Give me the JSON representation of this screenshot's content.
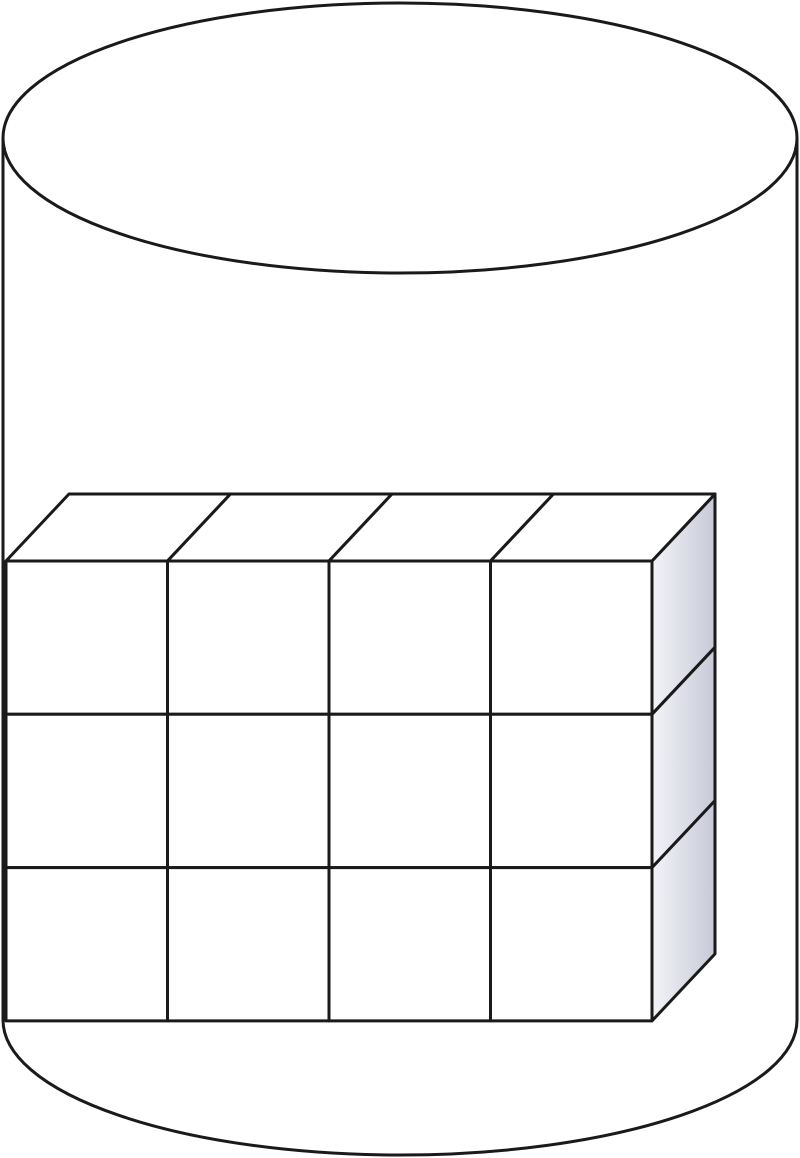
{
  "diagram": {
    "subject": "cylinder-container-with-unit-cubes",
    "cube_block": {
      "columns": 4,
      "rows": 3,
      "depth": 1
    },
    "colors": {
      "stroke": "#1a1a1a",
      "background": "#ffffff",
      "face": "#ffffff",
      "side_shade_light": "#f3f4f8",
      "side_shade_dark": "#c7c9d8"
    }
  }
}
